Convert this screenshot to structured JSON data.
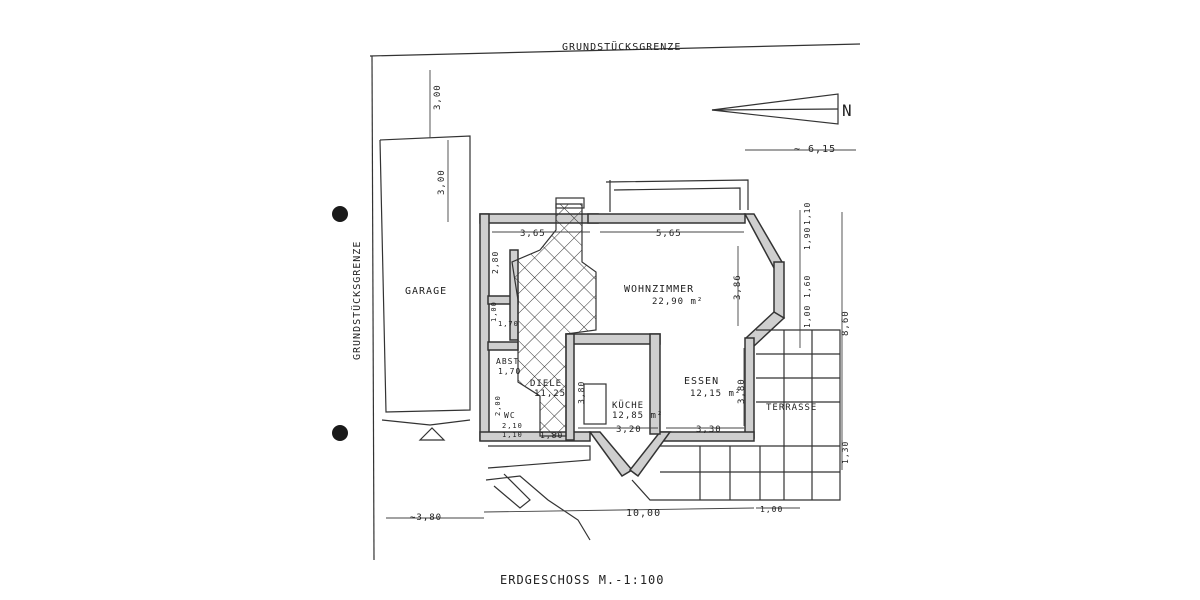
{
  "labels": {
    "boundary_top": "GRUNDSTÜCKSGRENZE",
    "boundary_left": "GRUNDSTÜCKSGRENZE",
    "garage": "GARAGE",
    "wohnzimmer": "WOHNZIMMER",
    "wohnzimmer_area": "22,90 m²",
    "essen": "ESSEN",
    "essen_area": "12,15 m²",
    "kueche": "KÜCHE",
    "kueche_area": "12,85 m²",
    "diele": "DIELE",
    "diele_area": "11,25",
    "abst": "ABST",
    "abst_dim": "1,70",
    "wc": "WC",
    "wc_dim_a": "2,10",
    "wc_dim_b": "1,10",
    "terrasse": "TERRASSE",
    "title": "ERDGESCHOSS   M.-1:100"
  },
  "dimensions": {
    "top_right": "~ 6,15",
    "garage_v1": "3,00",
    "garage_v2": "3,00",
    "d_365": "3,65",
    "d_565": "5,65",
    "d_386": "3,86",
    "d_380_essen": "3,80",
    "d_380_kueche": "3,80",
    "d_320_kueche": "3,20",
    "d_330_essen": "3,30",
    "d_180": "1,80",
    "d_280": "2,80",
    "d_200": "2,00",
    "d_100_left": "1,00",
    "d_190": "1,90",
    "d_110": "1,10",
    "d_160": "1,60",
    "d_100_r": "1,00",
    "d_860": "8,60",
    "d_130": "1,30",
    "d_170": "1,70",
    "bottom_left": "~3,80",
    "bottom_main": "10,00",
    "bottom_right": "1,00"
  }
}
